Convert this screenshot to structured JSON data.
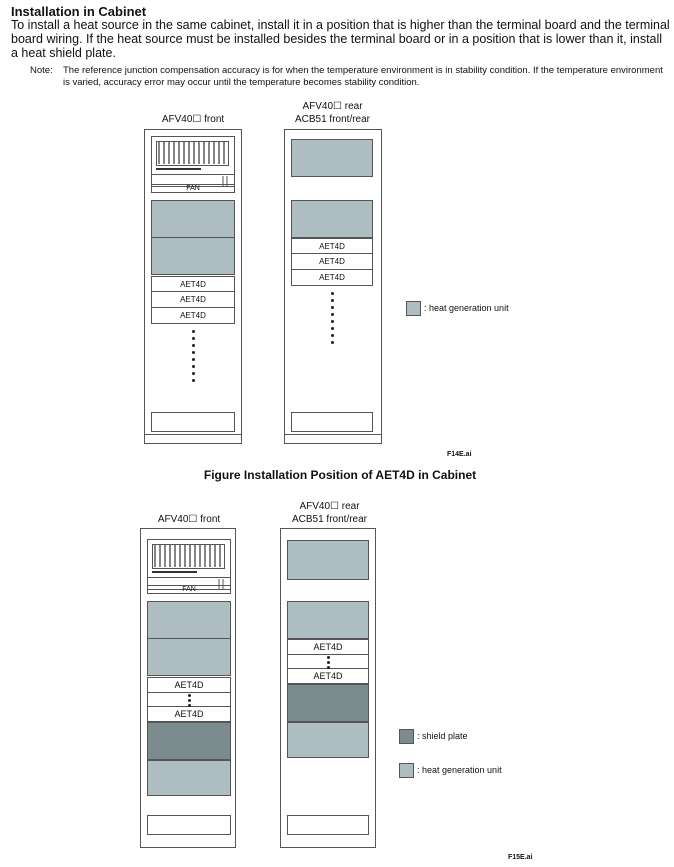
{
  "heading": "Installation in Cabinet",
  "intro": "To install a heat source in the same cabinet, install it in a position that is higher than the terminal board and the terminal board wiring. If the heat source must be installed besides the terminal board or in a position that is lower than it, install a heat shield plate.",
  "note": {
    "label": "Note:",
    "text": "The reference junction compensation accuracy is for when the temperature environment is in stability condition. If the temperature environment is varied, accuracy error may occur until the temperature becomes stability condition."
  },
  "figure1": {
    "left_label": "AFV40☐ front",
    "right_label_line1": "AFV40☐ rear",
    "right_label_line2": "ACB51 front/rear",
    "fan_label": "FAN",
    "slot_label": "AET4D",
    "legend_heat": ": heat generation unit",
    "file_id": "F14E.ai",
    "title": "Figure Installation Position of AET4D in Cabinet"
  },
  "figure2": {
    "left_label": "AFV40☐ front",
    "right_label_line1": "AFV40☐ rear",
    "right_label_line2": "ACB51 front/rear",
    "fan_label": "FAN",
    "slot_label": "AET4D",
    "legend_shield": ": shield plate",
    "legend_heat": ": heat generation unit",
    "file_id": "F15E.ai"
  },
  "colors": {
    "heat_generation_unit": "#aebdc2",
    "shield_plate": "#7c8b8e",
    "outline": "#555555"
  }
}
